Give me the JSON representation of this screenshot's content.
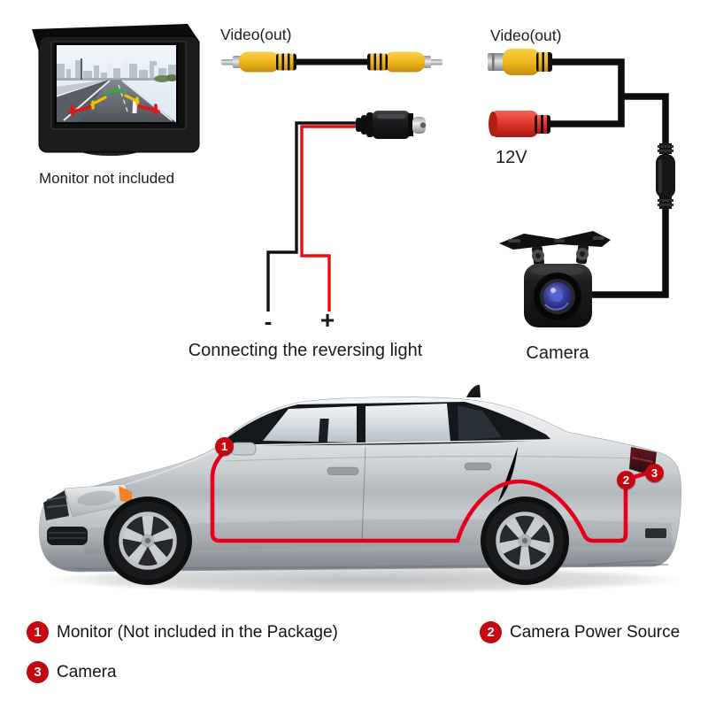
{
  "monitor": {
    "caption": "Monitor not included"
  },
  "video_cable": {
    "label": "Video(out)"
  },
  "camera_harness": {
    "video_label": "Video(out)",
    "power_label": "12V",
    "camera_caption": "Camera"
  },
  "reversing_light": {
    "minus": "-",
    "plus": "+",
    "caption": "Connecting the reversing light"
  },
  "car": {
    "badges": [
      {
        "number": "1"
      },
      {
        "number": "2"
      },
      {
        "number": "3"
      }
    ]
  },
  "legend": {
    "items": [
      {
        "number": "1",
        "label": "Monitor (Not included in the Package)"
      },
      {
        "number": "2",
        "label": "Camera Power Source"
      },
      {
        "number": "3",
        "label": "Camera"
      }
    ]
  },
  "colors": {
    "routing_red": "#e50019",
    "badge_red": "#c40812",
    "rca_yellow": "#f0b71c",
    "power_plug_red": "#e5342b",
    "wire_black": "#141414",
    "wire_red": "#e61010"
  }
}
